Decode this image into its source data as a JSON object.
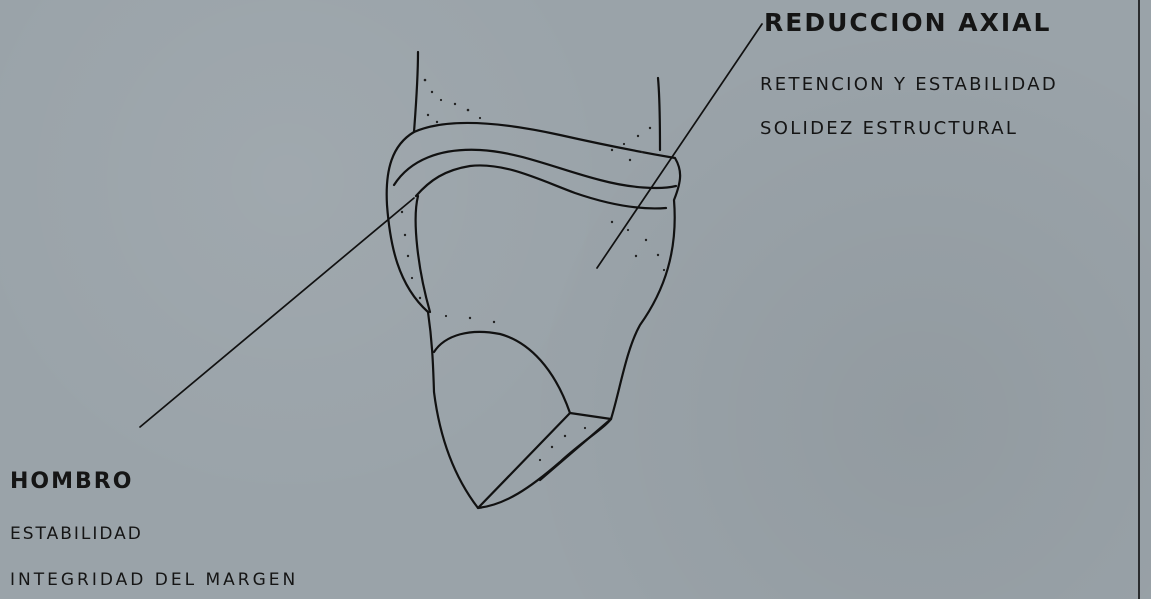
{
  "labels": {
    "axial": {
      "title": "REDUCCION   AXIAL",
      "line1": "RETENCION   Y  ESTABILIDAD",
      "line2": "SOLIDEZ  ESTRUCTURAL"
    },
    "hombro": {
      "title": "HOMBRO",
      "line1": "ESTABILIDAD",
      "line2": "INTEGRIDAD   DEL   MARGEN"
    }
  },
  "colors": {
    "background": "#9aa3a9",
    "ink": "#151515"
  }
}
